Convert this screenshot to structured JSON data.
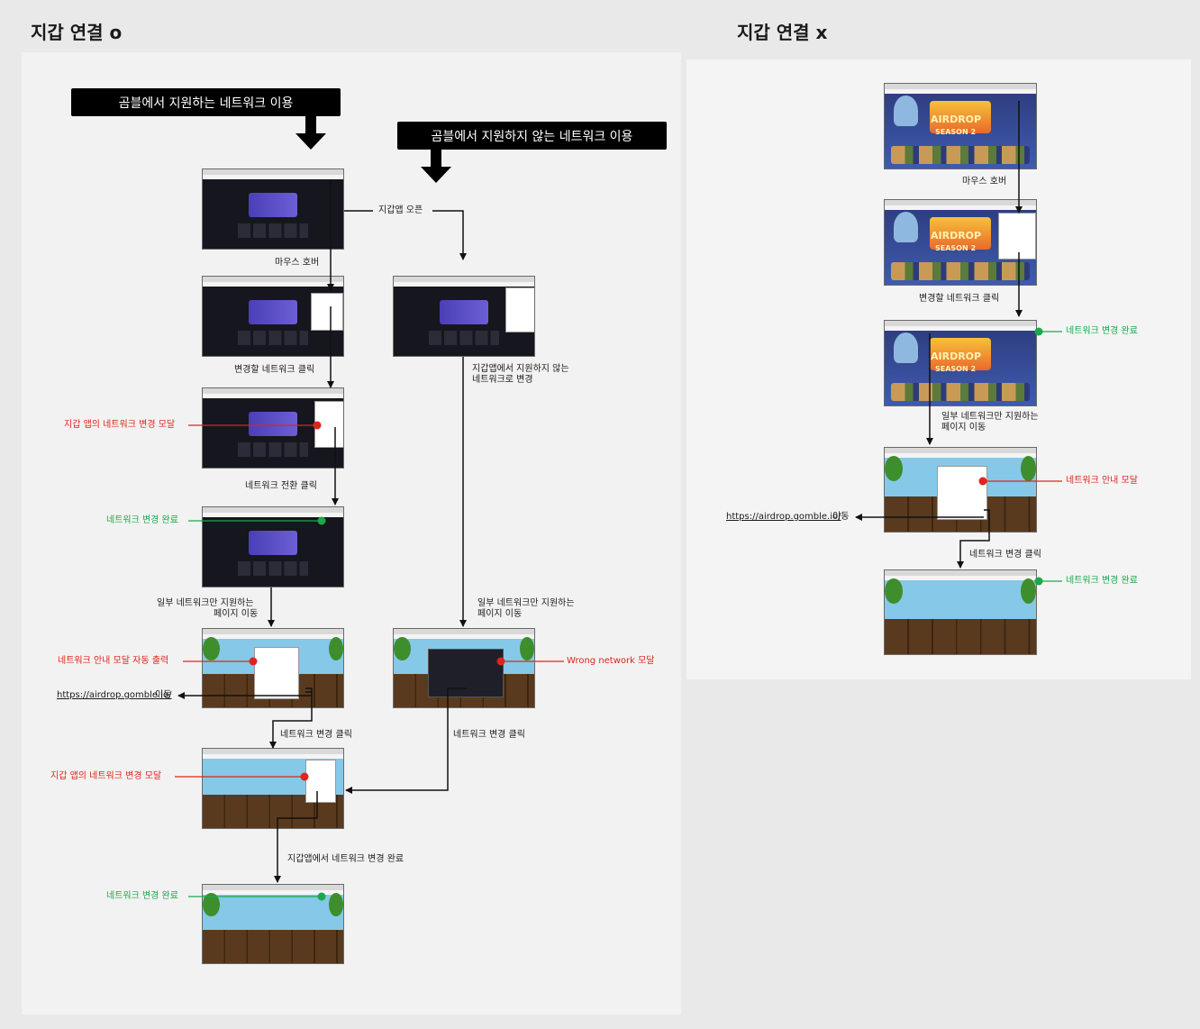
{
  "left_section": {
    "title": "지갑 연결 o",
    "banner_supported": "곰블에서 지원하는 네트워크 이용",
    "banner_unsupported": "곰블에서 지원하지 않는 네트워크 이용",
    "labels": {
      "wallet_app_open": "지갑앱 오픈",
      "mouse_hover": "마우스 호버",
      "click_network_to_change": "변경할 네트워크 클릭",
      "wallet_network_change_modal_1": "지갑 앱의 네트워크 변경 모달",
      "click_network_switch": "네트워크 전환 클릭",
      "network_change_complete_1": "네트워크 변경 완료",
      "move_to_partial_page_a_1": "일부 네트워크만 지원하는",
      "move_to_partial_page_a_2": "페이지 이동",
      "network_guide_modal_auto": "네트워크 안내 모달 자동 출력",
      "airdrop_link": "https://airdrop.gomble.io/",
      "move_word": "이동",
      "click_network_change_1": "네트워크 변경 클릭",
      "wallet_network_change_modal_2": "지갑 앱의 네트워크 변경 모달",
      "wallet_change_complete": "지갑앱에서 네트워크 변경 완료",
      "network_change_complete_2": "네트워크 변경 완료",
      "wallet_unsupported_change_1": "지갑앱에서 지원하지 않는",
      "wallet_unsupported_change_2": "네트워크로 변경",
      "move_to_partial_page_b_1": "일부 네트워크만 지원하는",
      "move_to_partial_page_b_2": "페이지 이동",
      "wrong_network_modal": "Wrong network 모달",
      "click_network_change_2": "네트워크 변경 클릭"
    }
  },
  "right_section": {
    "title": "지갑 연결 x",
    "labels": {
      "mouse_hover": "마우스 호버",
      "click_network_to_change": "변경할 네트워크 클릭",
      "network_change_complete_1": "네트워크 변경 완료",
      "move_to_partial_page_1": "일부 네트워크만 지원하는",
      "move_to_partial_page_2": "페이지 이동",
      "network_guide_modal": "네트워크 안내 모달",
      "airdrop_link": "https://airdrop.gomble.io/",
      "move_word": "이동",
      "click_network_change": "네트워크 변경 클릭",
      "network_change_complete_2": "네트워크 변경 완료"
    }
  },
  "screenshot_text": {
    "airdrop_logo_1": "AIRDROP",
    "airdrop_logo_2": "SEASON 2"
  },
  "colors": {
    "annotation_red": "#e0241b",
    "annotation_green": "#1aa84a",
    "panel_left": "#f2f2f2",
    "panel_right": "#f4f4f4",
    "banner": "#000000"
  }
}
